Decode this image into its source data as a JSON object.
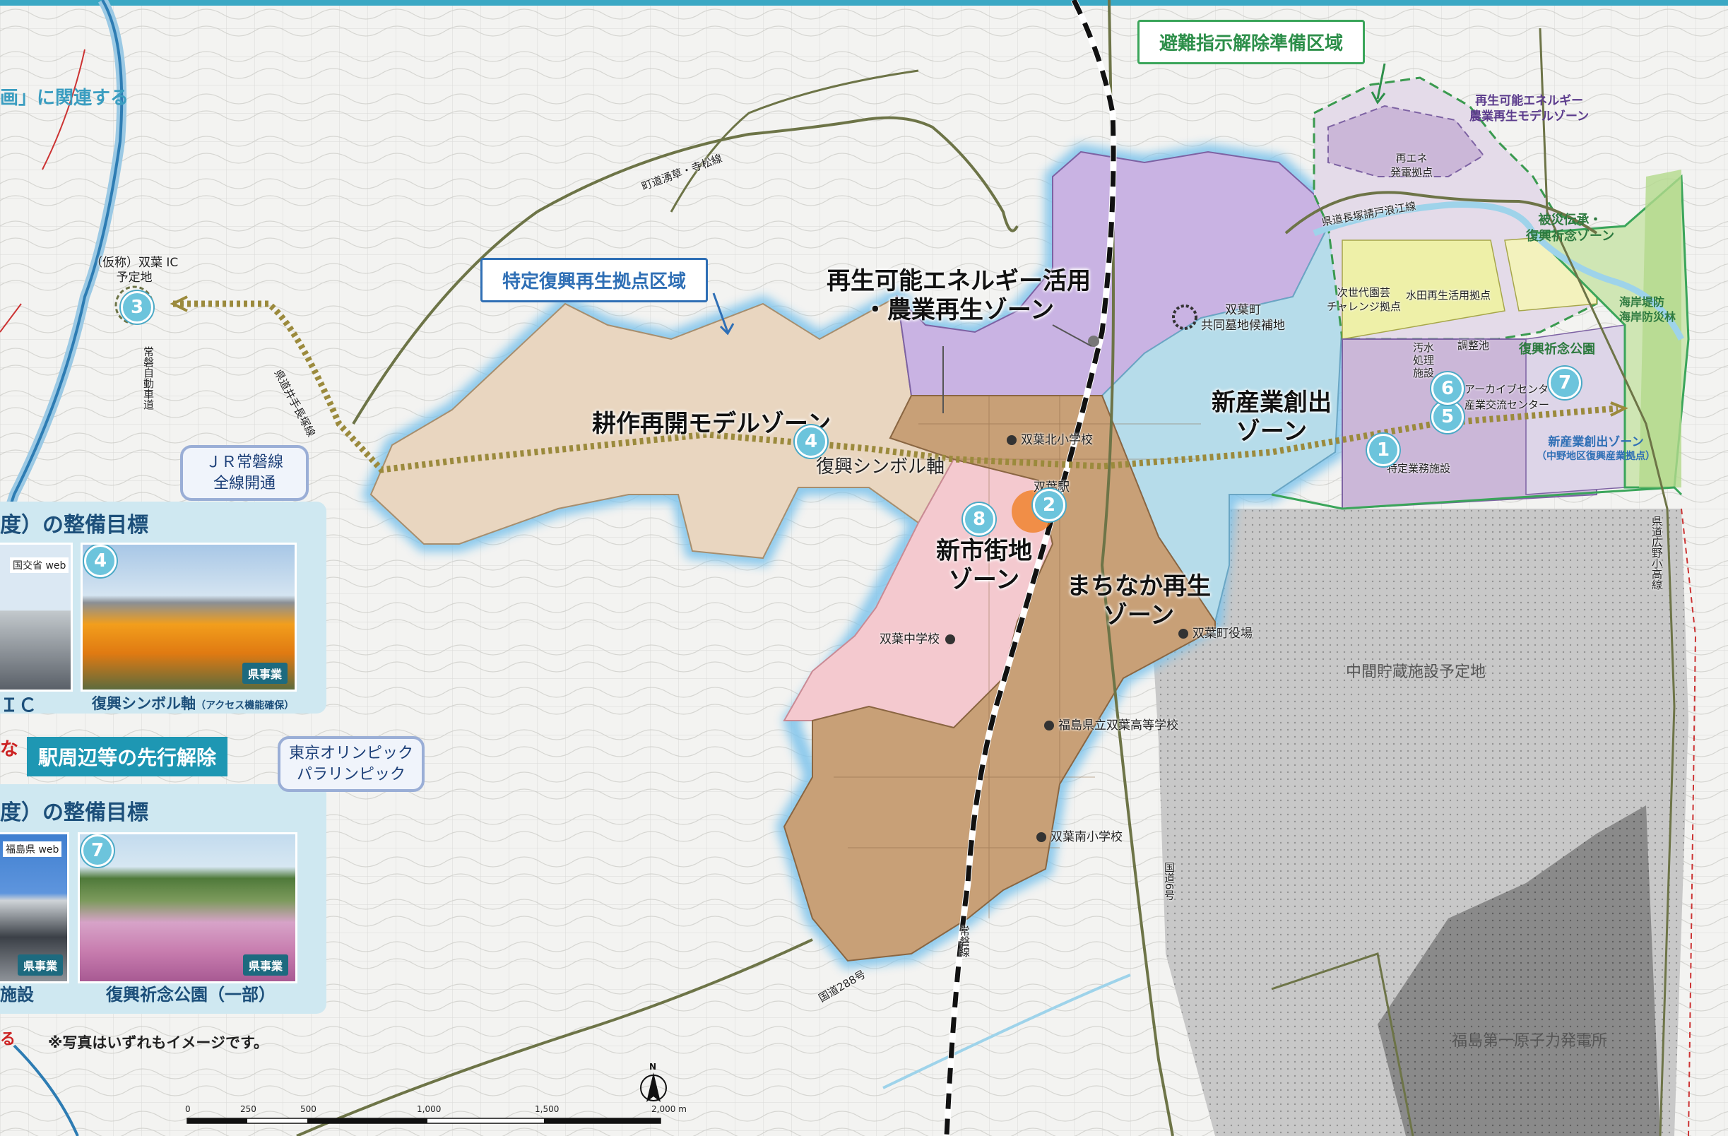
{
  "header": {
    "left_text": "画」に関連する"
  },
  "callouts": {
    "special_zone": "特定復興再生拠点区域",
    "evac_prep": "避難指示解除準備区域"
  },
  "zones": {
    "farming": "耕作再開モデルゾーン",
    "renewable_line1": "再生可能エネルギー活用",
    "renewable_line2": "・農業再生ゾーン",
    "new_industry_line1": "新産業創出",
    "new_industry_line2": "ゾーン",
    "new_town_line1": "新市街地",
    "new_town_line2": "ゾーン",
    "machinaka_line1": "まちなか再生",
    "machinaka_line2": "ゾーン",
    "symbol_axis": "復興シンボル軸"
  },
  "facilities": {
    "futaba_north_es": "双葉北小学校",
    "futaba_station": "双葉駅",
    "futaba_jhs": "双葉中学校",
    "town_office": "双葉町役場",
    "futaba_hs": "福島県立双葉高等学校",
    "futaba_south_es": "双葉南小学校",
    "cemetery_line1": "双葉町",
    "cemetery_line2": "共同墓地候補地",
    "ic_line1": "（仮称）双葉 IC",
    "ic_line2": "予定地",
    "storage": "中間貯蔵施設予定地",
    "npp": "福島第一原子力発電所"
  },
  "east_labels": {
    "renewable_farm_line1": "再生可能エネルギー",
    "renewable_farm_line2": "農業再生モデルゾーン",
    "power_line1": "再エネ",
    "power_line2": "発電拠点",
    "disaster_line1": "被災伝承・",
    "disaster_line2": "復興祈念ゾーン",
    "seawall_line1": "海岸堤防",
    "seawall_line2": "海岸防災林",
    "nextgen_line1": "次世代園芸",
    "nextgen_line2": "チャレンジ拠点",
    "paddy": "水田再生活用拠点",
    "pond": "調整池",
    "sewage_line1": "汚水",
    "sewage_line2": "処理",
    "sewage_line3": "施設",
    "park": "復興祈念公園",
    "archive": "アーカイブセンター",
    "exchange": "産業交流センター",
    "business": "特定業務施設",
    "newind_line1": "新産業創出ゾーン",
    "newind_line2": "（中野地区復興産業拠点）"
  },
  "roads": {
    "rt_tera": "町道湧草・寺松線",
    "rt_pref_ido": "県道長塚請戸浪江線",
    "rt_inode": "県道井手長塚線",
    "expressway": "常磐自動車道",
    "rt6": "国道6号",
    "rt288": "国道288号",
    "joban": "常磐線",
    "rt_hirono": "県道広野小高線"
  },
  "markers": [
    "1",
    "2",
    "3",
    "4",
    "5",
    "6",
    "7",
    "8"
  ],
  "left_panel": {
    "bubble_jr_line1": "ＪＲ常磐線",
    "bubble_jr_line2": "全線開通",
    "goal1_title": "度）の整備目標",
    "photo1_source": "国交省 web",
    "photo1_num": "4",
    "ic_caption": "ＩＣ",
    "symbol_caption": "復興シンボル軸",
    "symbol_caption_note": "（アクセス機能確保）",
    "pref_badge": "県事業",
    "red_na": "な",
    "early_release": "駅周辺等の先行解除",
    "bubble_olympic_line1": "東京オリンピック",
    "bubble_olympic_line2": "パラリンピック",
    "goal2_title": "度）の整備目標",
    "photo2_source": "福島県 web",
    "photo2_num": "7",
    "facility_caption": "施設",
    "park_caption": "復興祈念公園（一部）",
    "red_ru": "る",
    "note": "※写真はいずれもイメージです。"
  },
  "scale": {
    "ticks": [
      "0",
      "250",
      "500",
      "1,000",
      "1,500",
      "2,000"
    ],
    "unit": "m",
    "north": "N"
  },
  "colors": {
    "farming": "#e9d6c0",
    "renewable": "#c9b3e3",
    "new_industry": "#b6dcea",
    "new_town": "#f4c9cf",
    "machinaka": "#c8a077",
    "east_purple": "#cbb7d8",
    "east_yellow": "#eef0a8",
    "east_green": "#cfe6b4",
    "storage_grey": "#c9c9c9",
    "pin": "#6cc4dc",
    "callout_blue": "#2f6fb5",
    "callout_green": "#3aa55a"
  }
}
